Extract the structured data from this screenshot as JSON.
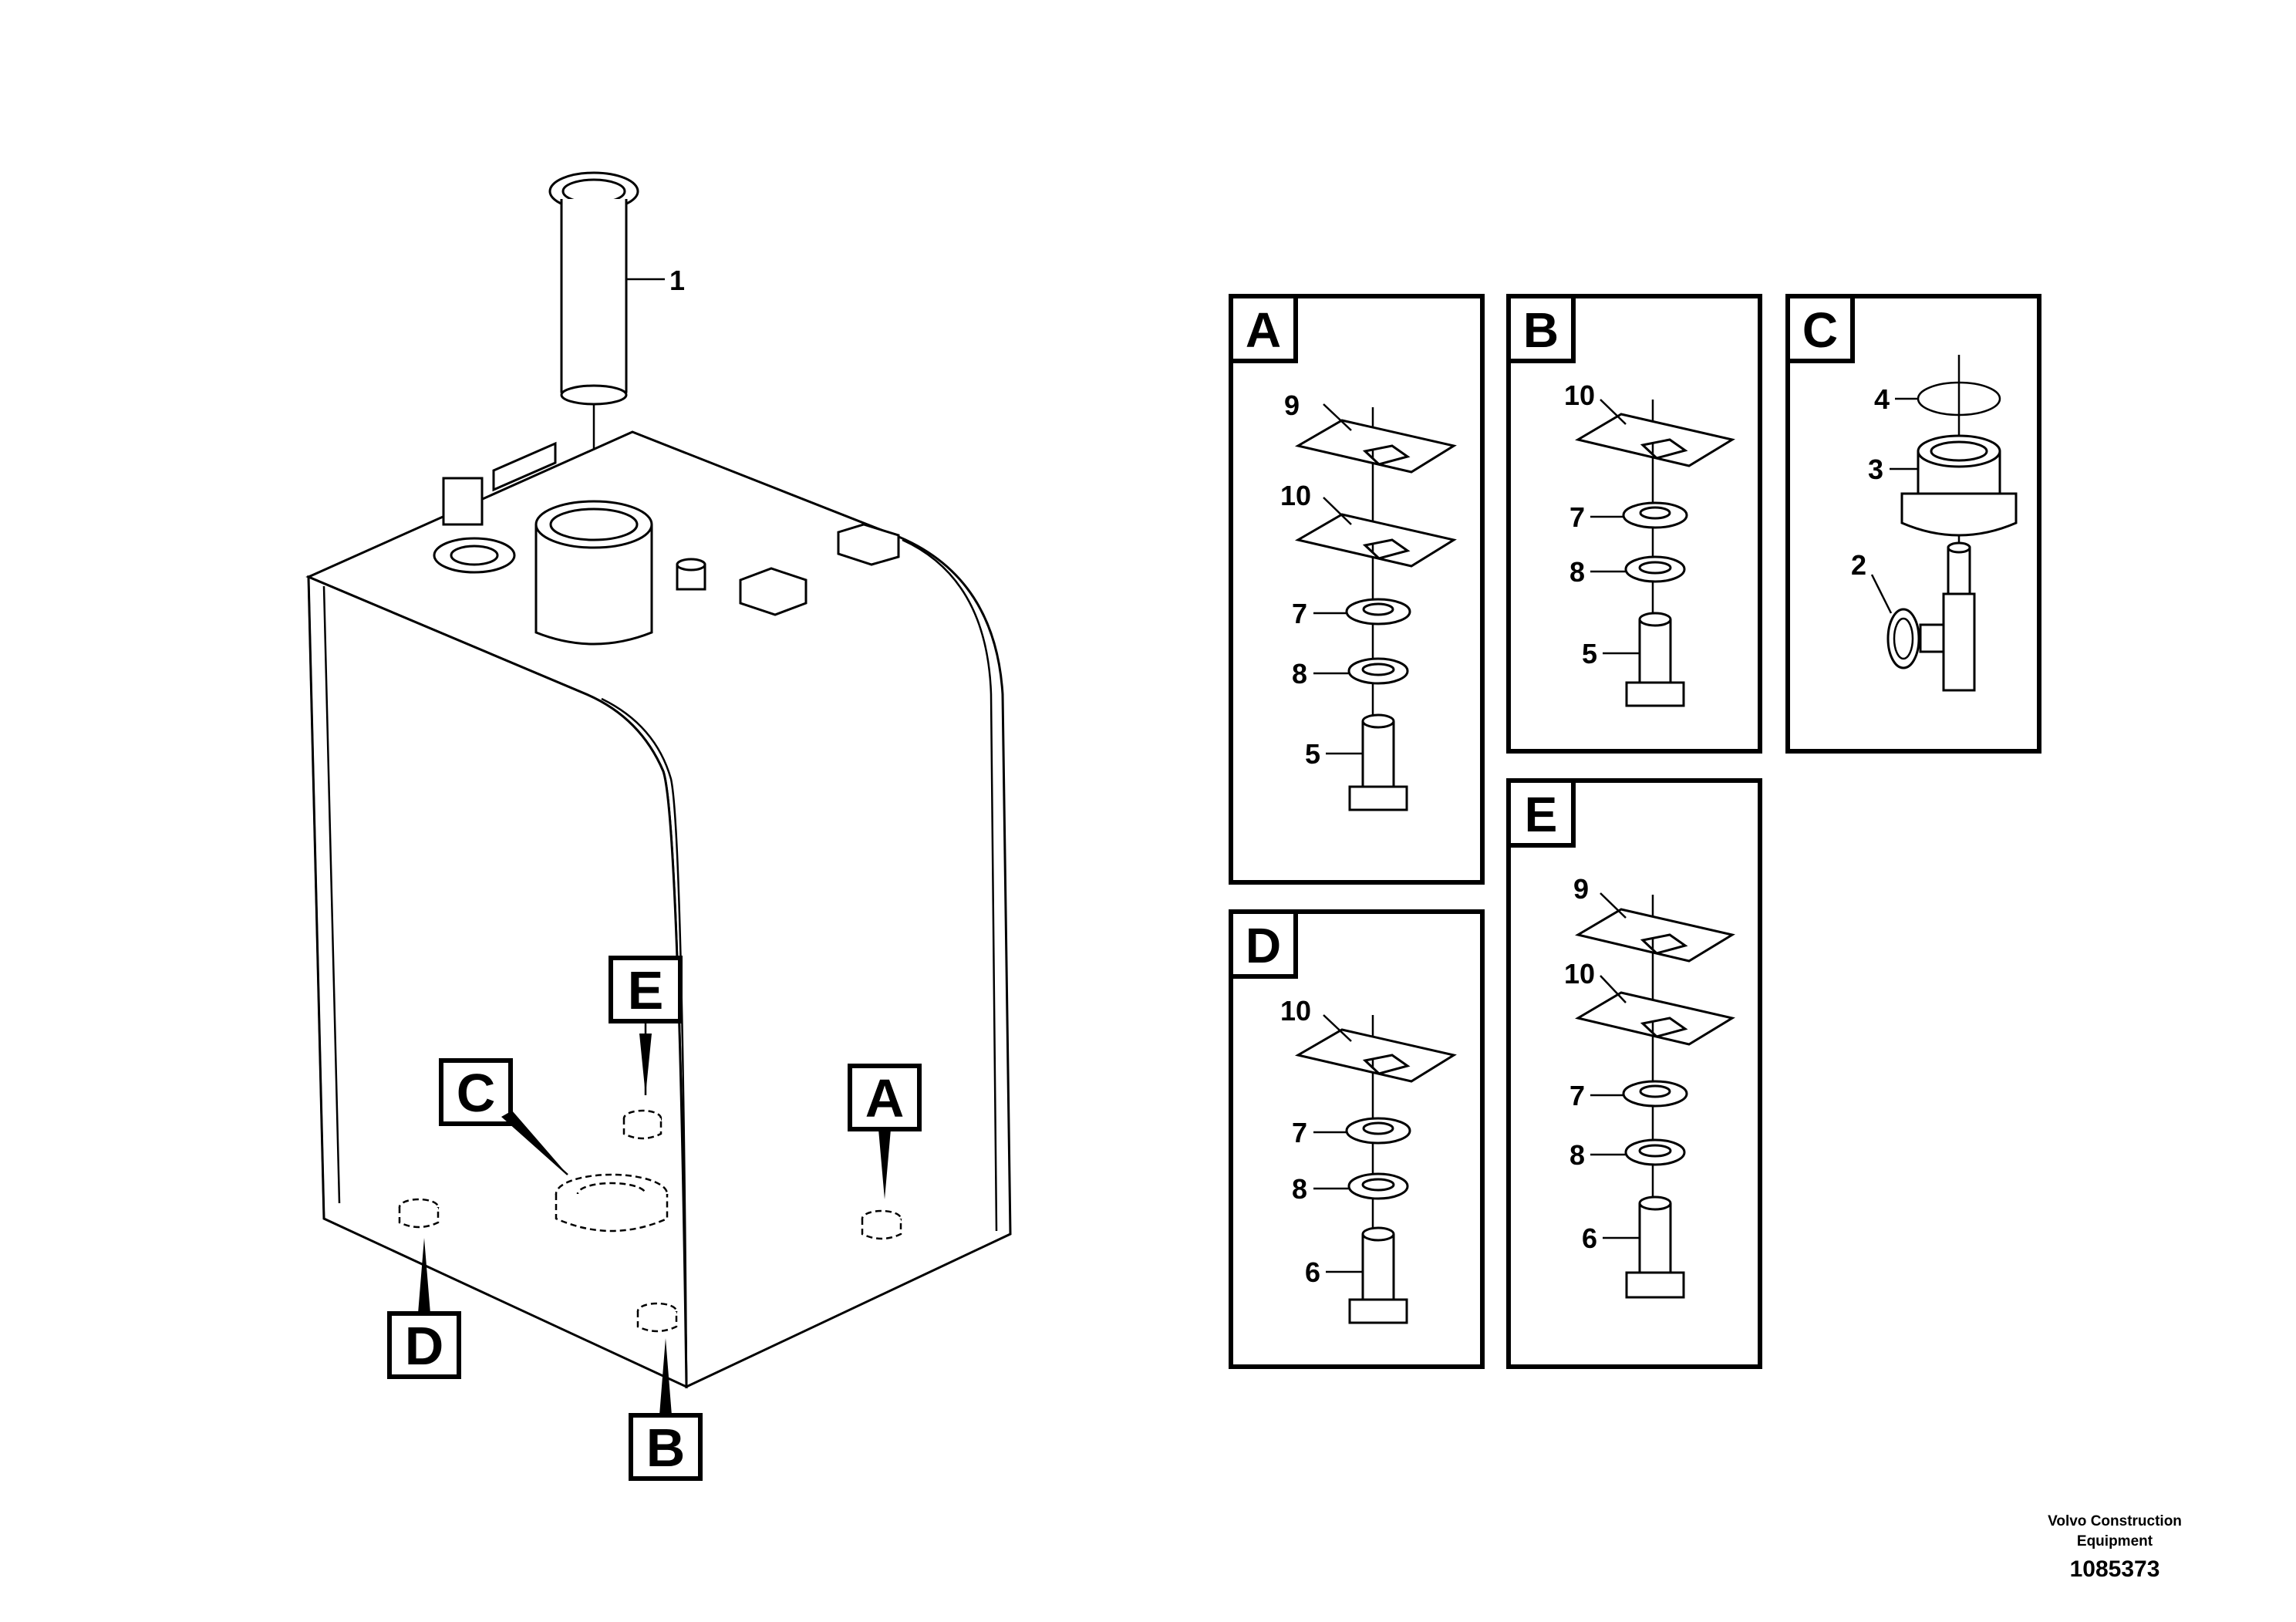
{
  "main_view": {
    "callouts": [
      "A",
      "B",
      "C",
      "D",
      "E"
    ],
    "part_labels": {
      "filler_tube": "1"
    }
  },
  "details": {
    "A": {
      "title": "A",
      "labels": [
        "9",
        "10",
        "7",
        "8",
        "5"
      ]
    },
    "B": {
      "title": "B",
      "labels": [
        "10",
        "7",
        "8",
        "5"
      ]
    },
    "C": {
      "title": "C",
      "labels": [
        "4",
        "3",
        "2"
      ]
    },
    "D": {
      "title": "D",
      "labels": [
        "10",
        "7",
        "8",
        "6"
      ]
    },
    "E": {
      "title": "E",
      "labels": [
        "9",
        "10",
        "7",
        "8",
        "6"
      ]
    }
  },
  "footer": {
    "company": "Volvo Construction Equipment",
    "drawing_number": "1085373"
  }
}
